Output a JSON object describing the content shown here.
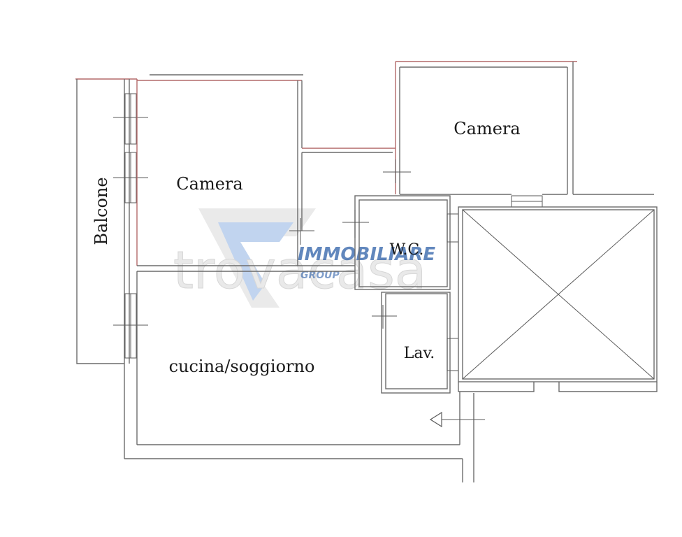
{
  "rooms": {
    "camera_left": "Camera",
    "camera_right": "Camera",
    "balcone": "Balcone",
    "wc": "W.C.",
    "lav": "Lav.",
    "cucina": "cucina/soggiorno"
  },
  "watermark": {
    "site": "trovacasa",
    "brand": "IMMOBILIARE",
    "brand_sub": "GROUP"
  },
  "colors": {
    "wall": "#6b6b6b",
    "wall_red": "#b46a6a",
    "watermark_blue": "#2d5fa8"
  }
}
